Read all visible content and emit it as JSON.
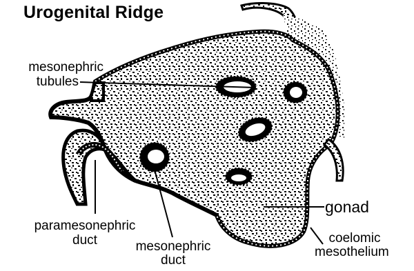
{
  "title": "Urogenital Ridge",
  "labels": {
    "mesonephric_tubules": [
      "mesonephric",
      "tubules"
    ],
    "paramesonephric_duct": [
      "paramesonephric",
      "duct"
    ],
    "mesonephric_duct": [
      "mesonephric",
      "duct"
    ],
    "gonad": "gonad",
    "coelomic_mesothelium": [
      "coelomic",
      "mesothelium"
    ]
  },
  "colors": {
    "ink": "#000000",
    "background": "#ffffff"
  }
}
